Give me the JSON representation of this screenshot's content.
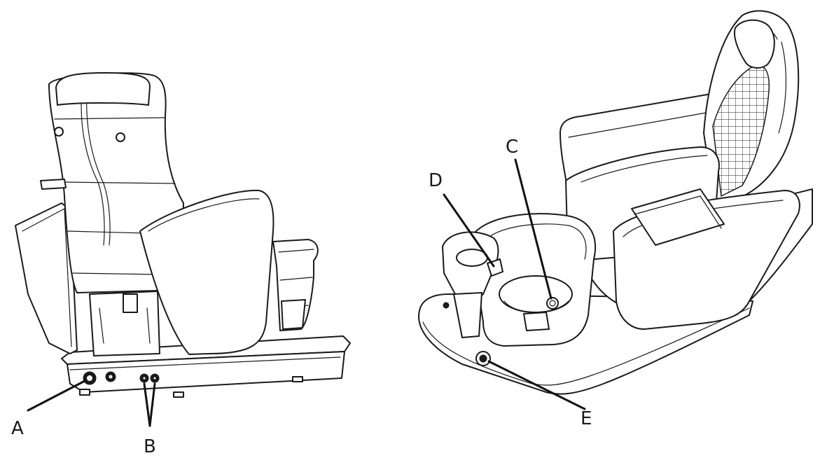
{
  "callouts": {
    "a": "A",
    "b": "B",
    "c": "C",
    "d": "D",
    "e": "E"
  },
  "colors": {
    "ink": "#1a1a1a",
    "background": "#ffffff"
  }
}
